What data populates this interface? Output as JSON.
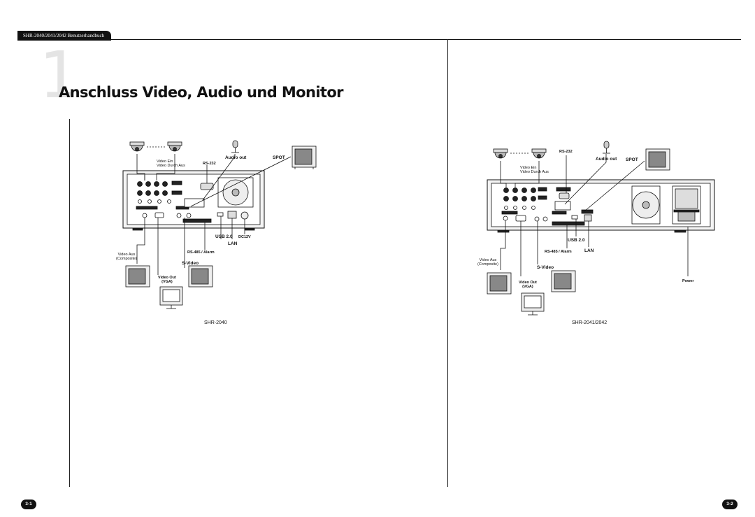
{
  "header": {
    "manual_title": "SHR-2040/2041/2042 Benutzerhandbuch"
  },
  "section": {
    "number": "1",
    "title": "Anschluss Video, Audio und Monitor"
  },
  "left_diagram": {
    "caption": "SHR-2040",
    "labels": {
      "video_in": "Video Ein",
      "video_loop": "Video Durch Aus",
      "rs232": "RS-232",
      "audio_out": "Audio out",
      "spot": "SPOT",
      "usb": "USB 2.0",
      "dc": "DC12V",
      "lan": "LAN",
      "rs485": "RS-485 / Alarm",
      "svideo": "S-Video",
      "video_out_composite_1": "Video Aus",
      "video_out_composite_2": "(Composite)",
      "vga_1": "Video Out",
      "vga_2": "(VGA)"
    }
  },
  "right_diagram": {
    "caption": "SHR-2041/2042",
    "labels": {
      "rs232": "RS-232",
      "audio_out": "Audio out",
      "spot": "SPOT",
      "video_in": "Video Ein",
      "video_loop": "Video Durch Aus",
      "usb": "USB 2.0",
      "rs485": "RS-485 / Alarm",
      "lan": "LAN",
      "svideo": "S-Video",
      "video_out_composite_1": "Video Aus",
      "video_out_composite_2": "(Composite)",
      "vga_1": "Video Out",
      "vga_2": "(VGA)",
      "power": "Power"
    }
  },
  "footer": {
    "page_left": "3-1",
    "page_right": "3-2"
  }
}
